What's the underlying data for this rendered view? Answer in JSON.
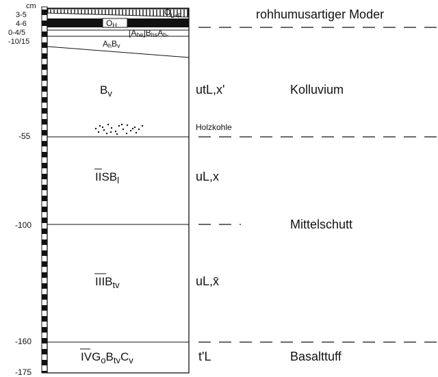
{
  "depth_axis": {
    "unit": "cm",
    "labels": [
      "3-5",
      "4-6",
      "0-4/5",
      "-10/15",
      "-55",
      "-100",
      "-160",
      "-175"
    ]
  },
  "top_layers": {
    "ol_f": "O",
    "ol_f_sub": "L+F",
    "oh": "O",
    "oh_sub": "H",
    "ahe_bhs_ah": {
      "a": "[A",
      "a_sub": "he",
      "b": "]B",
      "b_sub": "hs",
      "c": "A",
      "c_sub": "h-"
    },
    "ah_bv": {
      "a": "A",
      "a_sub": "h",
      "b": "B",
      "b_sub": "v"
    }
  },
  "horizons": [
    {
      "prefix": "",
      "main": "B",
      "sub": "v",
      "tail": "",
      "tail_sub": "",
      "texture": "utL,x'",
      "layer": "Kolluvium"
    },
    {
      "prefix": "II",
      "main": "SB",
      "sub": "l",
      "tail": "",
      "tail_sub": "",
      "texture": "uL,x",
      "layer": ""
    },
    {
      "prefix": "III",
      "main": "B",
      "sub": "tv",
      "tail": "",
      "tail_sub": "",
      "texture": "uL,x̄",
      "layer": "Mittelschutt"
    },
    {
      "prefix": "IV",
      "main": "G",
      "sub": "o",
      "tail": "B",
      "tail_sub": "tv",
      "tail2": "C",
      "tail2_sub": "v",
      "texture": "t'L",
      "layer": "Basalttuff"
    }
  ],
  "annotations": {
    "humus_form": "rohhumusartiger Moder",
    "charcoal": "Holzkohle"
  }
}
